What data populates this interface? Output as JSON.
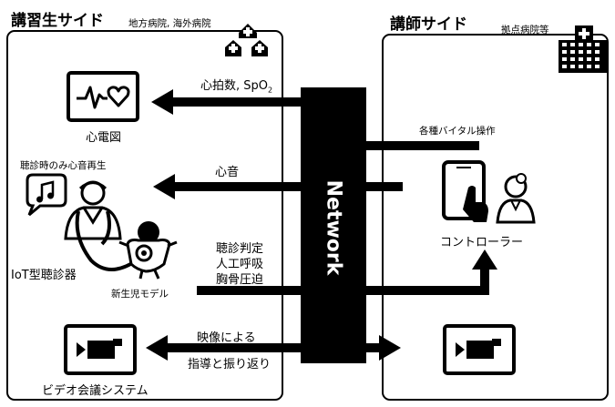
{
  "student": {
    "title": "講習生サイド",
    "subtitle": "地方病院, 海外病院",
    "ecg_label": "心電図",
    "auscultation_note": "聴診時のみ心音再生",
    "stethoscope_label": "IoT型聴診器",
    "newborn_label": "新生児モデル",
    "video_label": "ビデオ会議システム"
  },
  "instructor": {
    "title": "講師サイド",
    "subtitle": "拠点病院等",
    "operation_label": "各種バイタル操作",
    "controller_label": "コントローラー"
  },
  "network": {
    "label": "Network"
  },
  "flows": {
    "heart_rate": "心拍数, SpO",
    "heart_rate_sub": "2",
    "heart_sound": "心音",
    "judgement_1": "聴診判定",
    "judgement_2": "人工呼吸",
    "judgement_3": "胸骨圧迫",
    "video_1": "映像による",
    "video_2": "指導と振り返り"
  },
  "icons": {
    "hospital_left": "small-hospitals-icon",
    "hospital_right": "large-hospital-icon",
    "ecg": "ecg-monitor-icon",
    "music": "music-note-bubble-icon",
    "doctor": "doctor-with-stethoscope-icon",
    "baby": "newborn-icon",
    "camera": "video-camera-icon",
    "tablet": "tablet-hand-icon",
    "instructor": "instructor-icon"
  }
}
